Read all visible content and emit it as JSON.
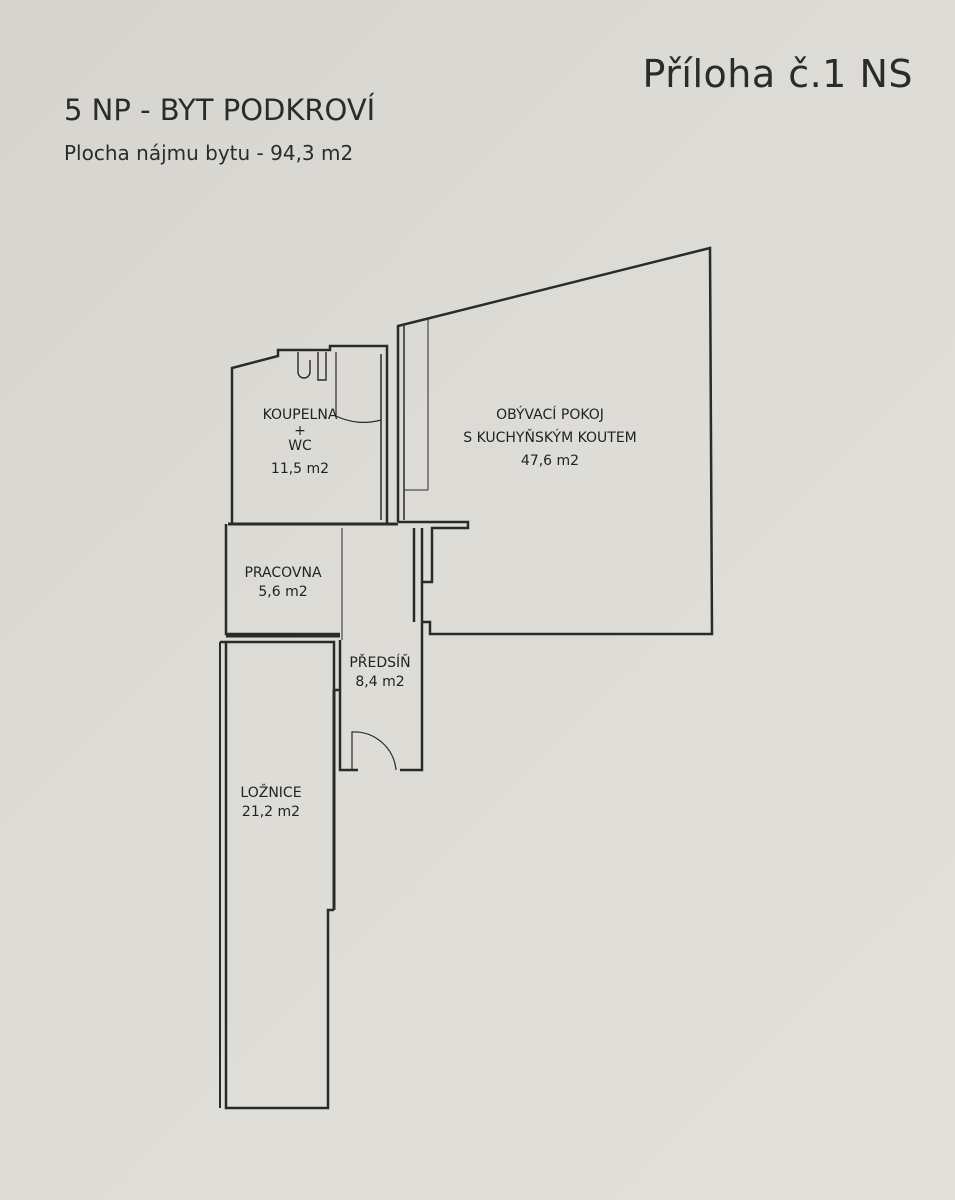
{
  "header": {
    "attachment": "Příloha č.1 NS",
    "title": "5 NP - BYT PODKROVÍ",
    "subtitle": "Plocha nájmu bytu - 94,3 m2"
  },
  "rooms": {
    "bathroom": {
      "name": "KOUPELNA",
      "plus": "+",
      "name2": "WC",
      "area": "11,5 m2"
    },
    "living": {
      "name": "OBÝVACÍ POKOJ",
      "name2": "S KUCHYŇSKÝM KOUTEM",
      "area": "47,6 m2"
    },
    "study": {
      "name": "PRACOVNA",
      "area": "5,6 m2"
    },
    "hall": {
      "name": "PŘEDSÍŇ",
      "area": "8,4 m2"
    },
    "bedroom": {
      "name": "LOŽNICE",
      "area": "21,2 m2"
    }
  },
  "colors": {
    "wall": "#2a2a2a",
    "paper": "#dcdad4"
  }
}
